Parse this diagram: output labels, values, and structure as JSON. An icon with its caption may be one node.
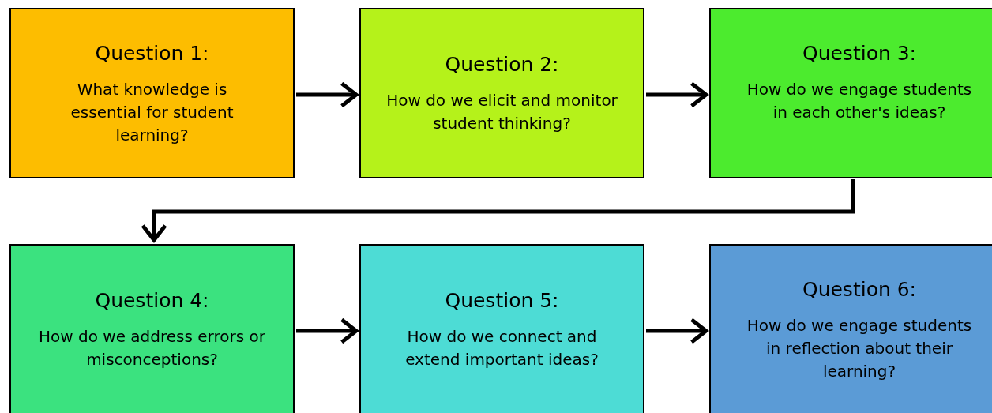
{
  "diagram": {
    "nodes": [
      {
        "text": [
          "Question 1:",
          "What knowledge is essential for student learning?"
        ]
      },
      {
        "text": [
          "Question 2:",
          "How do we elicit and monitor student thinking?"
        ]
      },
      {
        "text": [
          "Question 3:",
          "How do we engage students in each other's ideas?"
        ]
      },
      {
        "text": [
          "Question 4:",
          "How do we address errors or misconceptions?"
        ]
      },
      {
        "text": [
          "Question 5:",
          "How do we connect and extend important ideas?"
        ]
      },
      {
        "text": [
          "Question 6:",
          "How do we engage students in reflection about their learning?"
        ]
      }
    ],
    "edges": [
      {
        "from": 0,
        "to": 1,
        "arrow": "to"
      },
      {
        "from": 1,
        "to": 2,
        "arrow": "to"
      },
      {
        "from": 2,
        "to": 3,
        "arrow": "to"
      },
      {
        "from": 3,
        "to": 4,
        "arrow": "to"
      },
      {
        "from": 4,
        "to": 5,
        "arrow": "to"
      }
    ]
  }
}
